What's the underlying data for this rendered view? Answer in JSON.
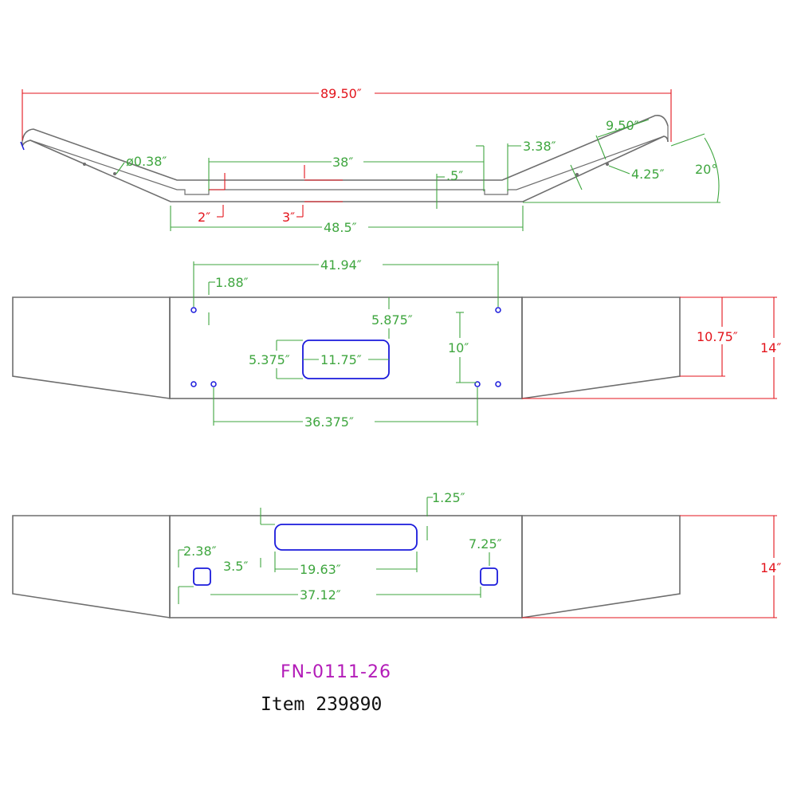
{
  "colors": {
    "part_outline": "#6e6e6e",
    "dimension_green": "#3fa63f",
    "dimension_red": "#e3141c",
    "holes_blue": "#1a1adb",
    "part_number_purple": "#b31bb8",
    "item_text": "#111111"
  },
  "top_view": {
    "overall_length": "89.50″",
    "hole_diameter": "ø0.38″",
    "center_span": "38″",
    "notch_width": ".5″",
    "end_offset": "3.38″",
    "wing_length": "9.50″",
    "wing_hole_offset": "4.25″",
    "wing_angle": "20°",
    "step_left": "2″",
    "step_right": "3″",
    "flat_length": "48.5″"
  },
  "front_view": {
    "hole_span_top": "41.94″",
    "hole_inset": "1.88″",
    "cutout_vertical_offset": "5.875″",
    "cutout_height": "5.375″",
    "cutout_width": "11.75″",
    "hole_vertical_spacing": "10″",
    "hole_span_bottom": "36.375″",
    "end_height": "10.75″",
    "center_height": "14″"
  },
  "rear_view": {
    "slot_offset": "1.25″",
    "slot_vertical": "7.25″",
    "square_offset": "2.38″",
    "slot_left_offset": "3.5″",
    "slot_width": "19.63″",
    "square_span": "37.12″",
    "center_height": "14″"
  },
  "title_block": {
    "part_number": "FN-0111-26",
    "item": "Item 239890"
  }
}
